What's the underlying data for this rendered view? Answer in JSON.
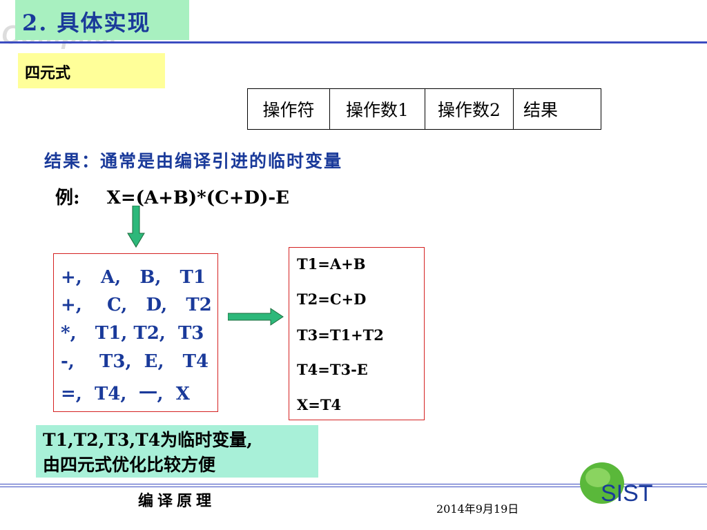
{
  "watermark": "Compiler",
  "title": "2. 具体实现",
  "section": "四元式",
  "quad_table": {
    "headers": [
      "操作符",
      "操作数1",
      "操作数2",
      "结果"
    ]
  },
  "note1": "结果：通常是由编译引进的临时变量",
  "example": {
    "label": "例:",
    "expr": "X=(A+B)*(C+D)-E"
  },
  "quadruples": [
    "+,   A,   B,   T1",
    "+,    C,   D,   T2",
    "*,   T1, T2,  T3",
    "-,    T3,  E,   T4",
    "=,  T4,  一,  X"
  ],
  "triples_text": [
    "T1=A+B",
    "T2=C+D",
    "T3=T1+T2",
    "T4=T3-E",
    "X=T4"
  ],
  "bottom_note": {
    "line1": "T1,T2,T3,T4为临时变量,",
    "line2": "由四元式优化比较方便"
  },
  "footer": {
    "course": "编译原理",
    "date": "2014年9月19日",
    "logo_text": "SIST"
  },
  "colors": {
    "title_bg": "#a8f0c0",
    "section_bg": "#ffff99",
    "note_bg": "#a8f0d8",
    "accent_blue": "#1a3a9a",
    "box_red": "#d42020",
    "arrow_green": "#2db87a"
  }
}
